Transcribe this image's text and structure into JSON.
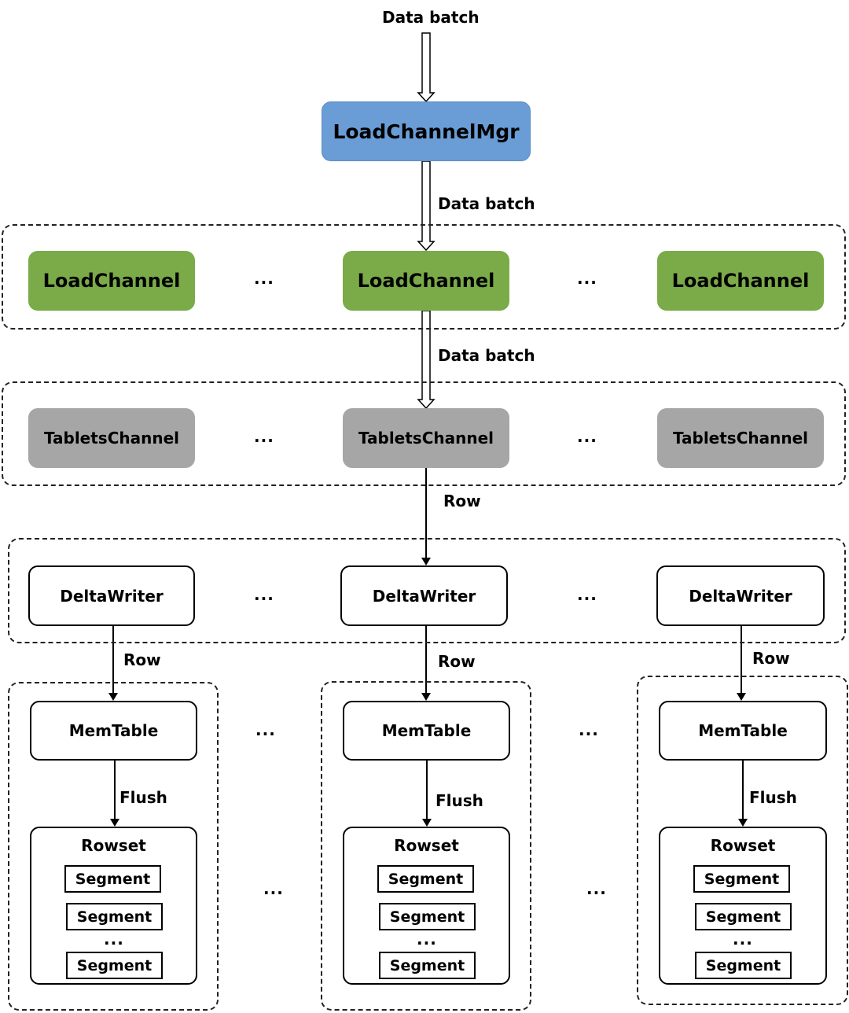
{
  "labels": {
    "data_batch": "Data batch",
    "row": "Row",
    "flush": "Flush",
    "ellipsis": "..."
  },
  "nodes": {
    "load_channel_mgr": "LoadChannelMgr",
    "load_channel": "LoadChannel",
    "tablets_channel": "TabletsChannel",
    "delta_writer": "DeltaWriter",
    "mem_table": "MemTable",
    "rowset": "Rowset",
    "segment": "Segment"
  },
  "colors": {
    "load_channel_mgr": "#6a9dd6",
    "load_channel": "#7aab48",
    "tablets_channel": "#a6a6a6"
  }
}
